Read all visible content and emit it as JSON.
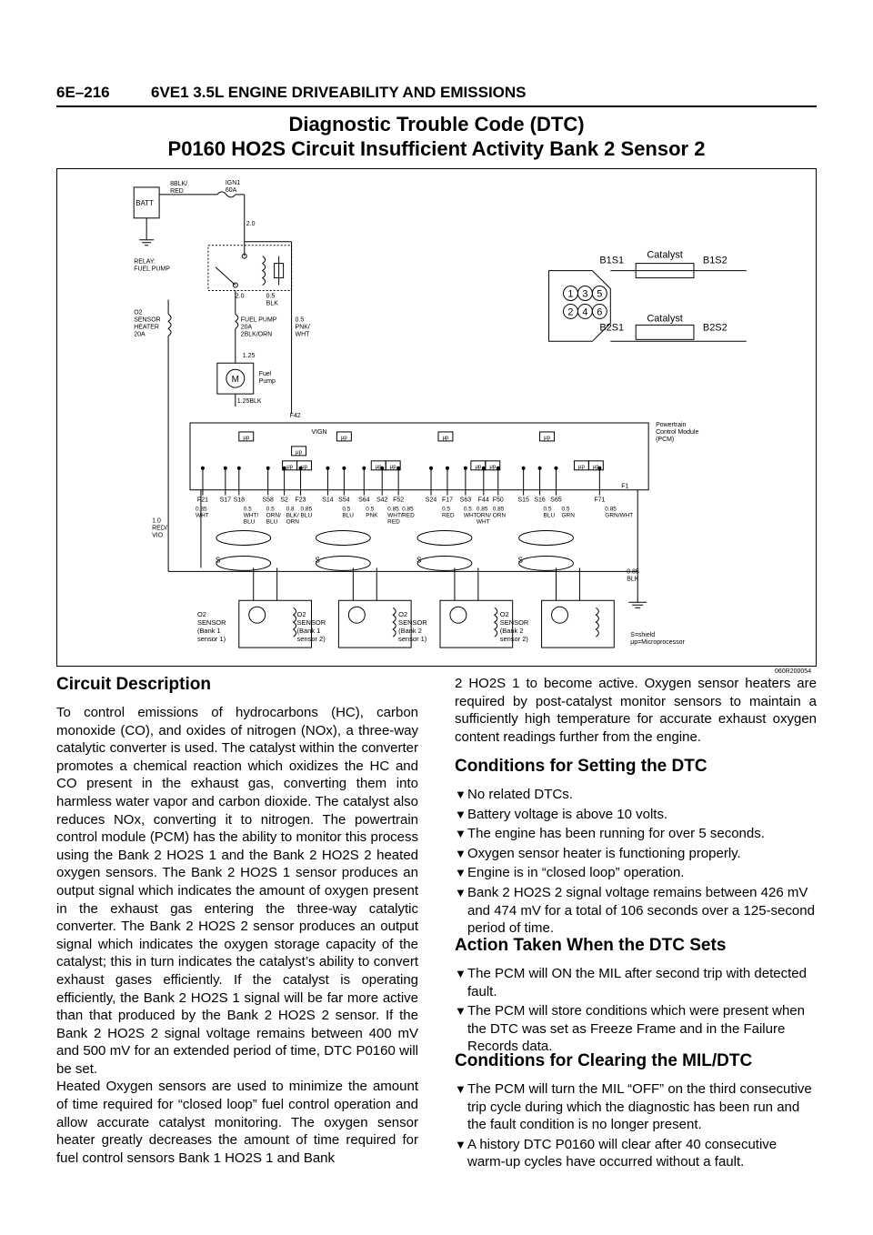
{
  "header": {
    "page_number": "6E–216",
    "section_title": "6VE1 3.5L ENGINE DRIVEABILITY AND EMISSIONS"
  },
  "title": {
    "line1": "Diagnostic Trouble Code (DTC)",
    "line2": "P0160 HO2S Circuit Insufficient Activity Bank 2 Sensor 2"
  },
  "diagram": {
    "figure_ref": "060R200054",
    "batt": "BATT",
    "wire_8blk_red": [
      "8BLK/",
      "RED"
    ],
    "ign1": [
      "IGN1",
      "60A"
    ],
    "wire_2_0": "2.0",
    "relay": [
      "RELAY:",
      "FUEL PUMP"
    ],
    "relay_wires": [
      "2.0",
      "0.5",
      "BLK"
    ],
    "o2_heater": [
      "O2",
      "SENSOR",
      "HEATER",
      "20A"
    ],
    "fuel_pump_fuse": [
      "FUEL PUMP",
      "20A",
      "2BLK/ORN"
    ],
    "pnk_wht": [
      "0.5",
      "PNK/",
      "WHT"
    ],
    "w125": "1.25",
    "fuel_pump": [
      "Fuel",
      "Pump"
    ],
    "motor": "M",
    "w125blk": "1.25BLK",
    "f42": "F42",
    "vign": "VIGN",
    "mu_p": "μp",
    "pcm": [
      "Powertrain",
      "Control Module",
      "(PCM)"
    ],
    "f1": "F1",
    "pins": [
      "F21",
      "S17",
      "S18",
      "S58",
      "S2",
      "F23",
      "S14",
      "S54",
      "S64",
      "S42",
      "F52",
      "S24",
      "F17",
      "S63",
      "F44",
      "F50",
      "S15",
      "S16",
      "S65",
      "F71"
    ],
    "wire_labels": [
      [
        "0.85",
        "WHT"
      ],
      [
        "0.5",
        "WHT/",
        "BLU"
      ],
      [
        "0.5",
        "ORN/",
        "BLU"
      ],
      [
        "0.8",
        "BLK/",
        "ORN"
      ],
      [
        "0.85",
        "BLU"
      ],
      [
        "0.5",
        "BLU"
      ],
      [
        "0.5",
        "PNK"
      ],
      [
        "0.85",
        "WHT/",
        "RED"
      ],
      [
        "0.85",
        "RED"
      ],
      [
        "0.5",
        "RED"
      ],
      [
        "0.5",
        "WHT"
      ],
      [
        "0.85",
        "ORN/",
        "WHT"
      ],
      [
        "0.85",
        "ORN"
      ],
      [
        "0.5",
        "BLU"
      ],
      [
        "0.5",
        "GRN"
      ],
      [
        "0.85",
        "GRN/WHT"
      ]
    ],
    "ground_wire": [
      "1.0",
      "RED/",
      "VIO"
    ],
    "shield_s": "S",
    "blk085": [
      "0.85",
      "BLK"
    ],
    "sensors": [
      [
        "O2",
        "SENSOR",
        "(Bank 1",
        "sensor 1)"
      ],
      [
        "O2",
        "SENSOR",
        "(Bank 1",
        "sensor 2)"
      ],
      [
        "O2",
        "SENSOR",
        "(Bank 2",
        "sensor 1)"
      ],
      [
        "O2",
        "SENSOR",
        "(Bank 2",
        "sensor 2)"
      ]
    ],
    "legend": [
      "S=shield",
      "μp=Microprocessor"
    ],
    "catalyst_top": "Catalyst",
    "catalyst_bottom": "Catalyst",
    "b1s1": "B1S1",
    "b1s2": "B1S2",
    "b2s1": "B2S1",
    "b2s2": "B2S2",
    "cylinders": [
      "1",
      "3",
      "5",
      "2",
      "4",
      "6"
    ]
  },
  "circuit_description": {
    "heading": "Circuit Description",
    "p1": "To control emissions of hydrocarbons (HC), carbon monoxide (CO), and oxides of nitrogen (NOx), a three-way catalytic converter is used. The catalyst within the converter promotes a chemical reaction which oxidizes the HC and CO present in the exhaust gas, converting them into harmless water vapor and carbon dioxide. The catalyst also reduces NOx, converting it to nitrogen. The powertrain control module (PCM) has the ability to monitor this process using the Bank 2 HO2S 1 and the Bank 2 HO2S 2 heated oxygen sensors. The Bank 2 HO2S 1 sensor produces an output signal which indicates the amount of oxygen present in the exhaust gas entering the three-way catalytic converter. The Bank 2 HO2S 2 sensor produces an output signal which indicates the oxygen storage capacity of the catalyst; this in turn indicates the catalyst’s ability to convert exhaust gases efficiently. If the catalyst is operating efficiently, the Bank 2 HO2S 1 signal will be far more active than that produced by the Bank 2 HO2S 2 sensor. If the Bank 2 HO2S 2 signal voltage remains between 400 mV and 500 mV for an extended period of time, DTC P0160 will be set.",
    "p2": "Heated Oxygen sensors are used to minimize the amount of time required for “closed loop” fuel control operation and allow accurate catalyst monitoring. The oxygen sensor heater greatly decreases the amount of time required for fuel control sensors Bank 1 HO2S 1 and Bank 2 HO2S 1 to become active. Oxygen sensor heaters are required by post-catalyst monitor sensors to maintain a sufficiently high temperature for accurate exhaust oxygen content readings further from the engine."
  },
  "conditions_setting": {
    "heading": "Conditions for Setting the DTC",
    "items": [
      "No related DTCs.",
      "Battery voltage is above 10 volts.",
      "The engine has been running for over 5 seconds.",
      "Oxygen sensor heater is functioning properly.",
      "Engine is in “closed loop” operation.",
      "Bank 2 HO2S 2 signal voltage remains between 426 mV and 474 mV for a total of 106 seconds over a 125-second period of time."
    ]
  },
  "action_taken": {
    "heading": "Action Taken When the DTC Sets",
    "items": [
      "The PCM will ON the MIL after second trip with detected fault.",
      "The PCM will store conditions which were present when the DTC was set as Freeze Frame and in the Failure Records data."
    ]
  },
  "conditions_clearing": {
    "heading": "Conditions for Clearing the MIL/DTC",
    "items": [
      "The PCM will turn the MIL “OFF” on the third consecutive trip cycle during which the diagnostic has been run and the fault condition is no longer present.",
      "A history DTC P0160 will clear after 40 consecutive warm-up cycles have occurred without a fault."
    ]
  },
  "bullet_glyph": "▼"
}
